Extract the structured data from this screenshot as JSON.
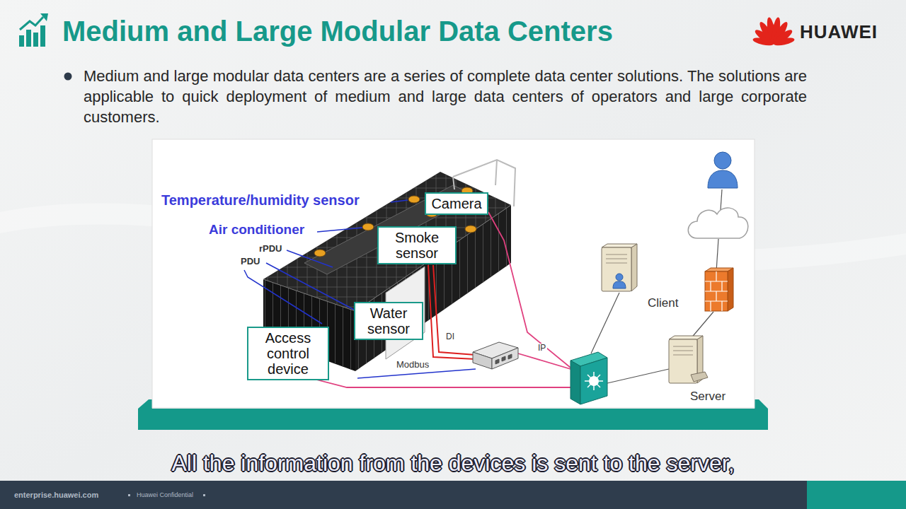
{
  "diagram": {
    "title": "Medium and Large Modular Data Centers",
    "caption": "All the information from the devices is sent to the server,",
    "nodes": [
      {
        "text": [
          "Camera"
        ]
      },
      {
        "text": [
          "Smoke sensor"
        ]
      },
      {
        "text": [
          "Water sensor"
        ]
      },
      {
        "text": [
          "Access control device"
        ]
      }
    ],
    "labels": [
      "HUAWEI",
      "Medium and large modular data centers are a series of complete data center solutions. The solutions are applicable to quick deployment of medium and large data centers of operators and large corporate customers.",
      "Temperature/humidity sensor",
      "Air conditioner",
      "rPDU",
      "PDU",
      "DI",
      "Modbus",
      "IP",
      "Client",
      "Server",
      "enterprise.huawei.com",
      "Huawei Confidential"
    ]
  }
}
